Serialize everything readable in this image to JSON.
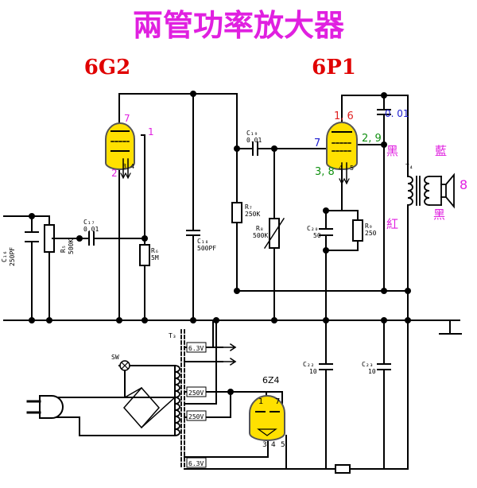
{
  "title": "兩管功率放大器",
  "tube_labels": {
    "preamp": "6G2",
    "power": "6P1",
    "rectifier": "6Z4"
  },
  "pins": {
    "pre_plate": "7",
    "pre_grid": "1",
    "pre_cathode": "2",
    "pre_heater_a": "3",
    "pre_heater_b": "4",
    "pwr_plate": "1, 6",
    "pwr_grid": "7",
    "pwr_screen": "2, 9",
    "pwr_cathode": "3, 8",
    "pwr_heater_a": "4",
    "pwr_heater_b": "5",
    "rect_a": "1",
    "rect_b": "7",
    "rect_c": "3",
    "rect_d": "4",
    "rect_e": "5"
  },
  "components": {
    "c17": "C₁₇",
    "c17v": "0.01",
    "c16": "C₁₆",
    "c16v": "250PF",
    "r5": "R₅",
    "r5v": "500K",
    "r6": "R₆",
    "r6v": "5M",
    "c18": "C₁₈",
    "c18v": "500PF",
    "c19": "C₁₉",
    "c19v": "0.01",
    "r7": "R₇",
    "r7v": "250K",
    "r8": "R₈",
    "r8v": "500K",
    "c20": "C₂₀",
    "c20v": "50",
    "r9": "R₉",
    "r9v": "250",
    "c_out": "0. 01",
    "t4": "T₄",
    "t3": "T₃",
    "c22": "C₂₂",
    "c22v": "10",
    "c23": "C₂₃",
    "c23v": "10",
    "sw": "SW"
  },
  "voltages": {
    "v63a": "6.3V",
    "v250a": "250V",
    "v250b": "250V",
    "v63b": "6.3V"
  },
  "wire_colors": {
    "black1": "黑",
    "red": "紅",
    "blue": "藍",
    "black2": "黑",
    "eight": "8"
  },
  "colors": {
    "tube_fill": "#ffe000",
    "title": "#e020e0",
    "tube_label": "#e00000",
    "pin_red": "#e02020",
    "pin_blue": "#2020d0",
    "pin_green": "#109010",
    "wire_label": "#e020e0"
  }
}
